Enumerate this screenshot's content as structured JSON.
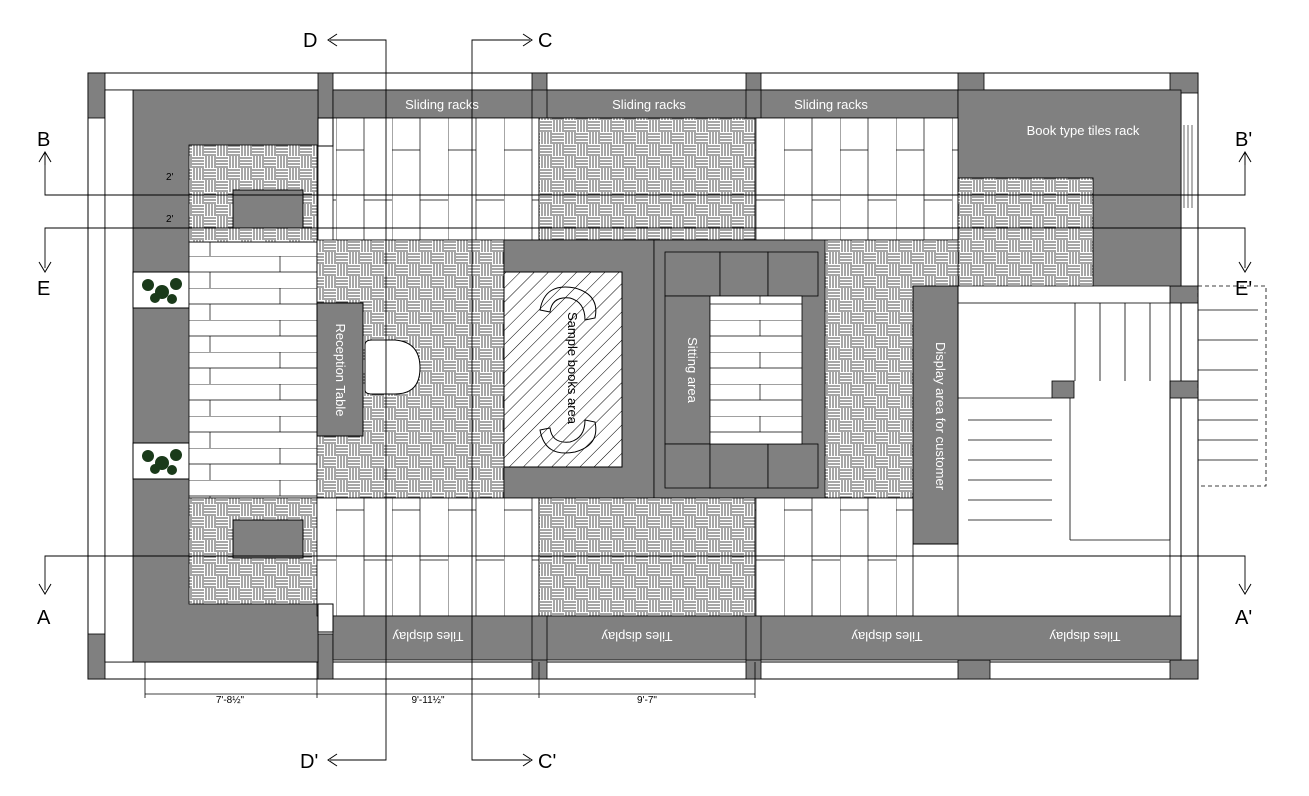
{
  "section_markers": {
    "D": "D",
    "D_prime": "D'",
    "C": "C",
    "C_prime": "C'",
    "B": "B",
    "B_prime": "B'",
    "E": "E",
    "E_prime": "E'",
    "A": "A",
    "A_prime": "A'"
  },
  "rooms": {
    "sliding_racks_1": "Sliding racks",
    "sliding_racks_2": "Sliding racks",
    "sliding_racks_3": "Sliding racks",
    "book_type_rack": "Book type tiles rack",
    "reception": "Reception Table",
    "sample_books": "Sample books area",
    "sitting": "Sitting area",
    "display_area": "Display area for customer",
    "tiles_display_1": "Tiles display",
    "tiles_display_2": "Tiles display",
    "tiles_display_3": "Tiles display",
    "tiles_display_4": "Tiles display"
  },
  "dimensions": {
    "d1": "7'-8½\"",
    "d2": "9'-11½\"",
    "d3": "9'-7\"",
    "small_1": "2'",
    "small_2": "2'"
  },
  "colors": {
    "wall": "#808080",
    "fill_gray": "#7a7a7a",
    "line": "#000000",
    "background": "#ffffff"
  }
}
